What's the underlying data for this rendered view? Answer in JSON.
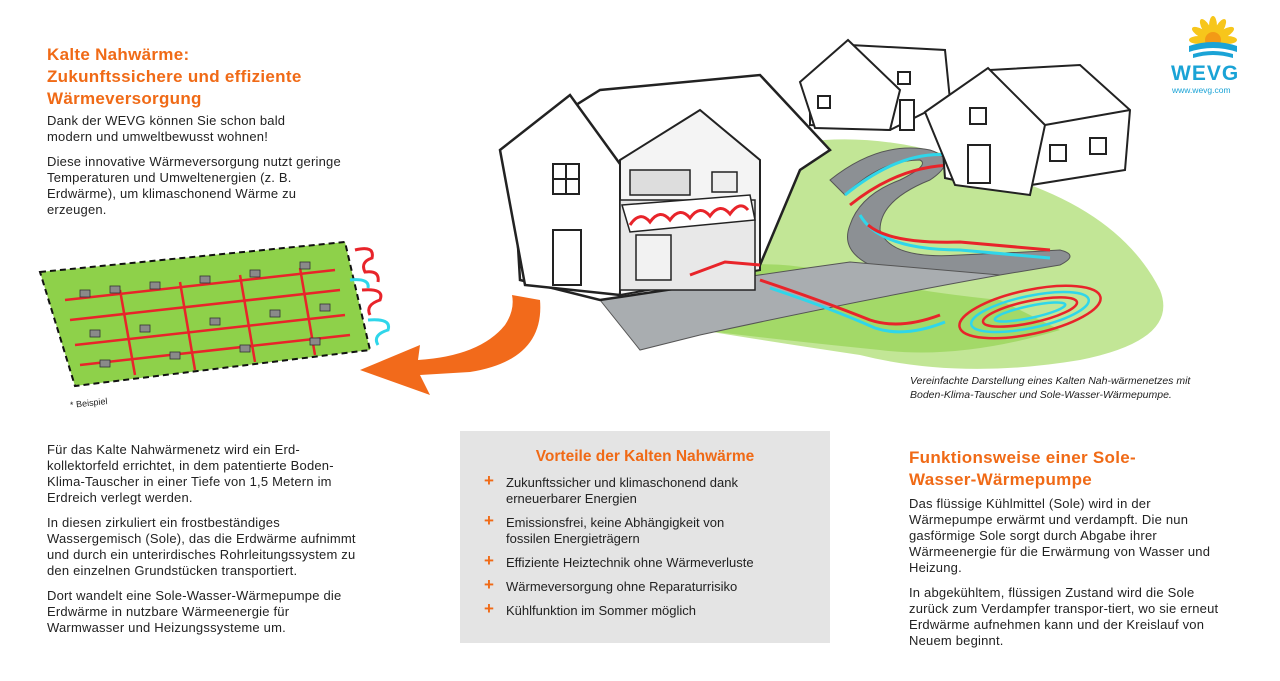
{
  "logo": {
    "name": "WEVG",
    "url": "www.wevg.com"
  },
  "intro": {
    "title_lines": [
      "Kalte Nahwärme:",
      "Zukunftssichere und effiziente",
      "Wärmeversorgung"
    ],
    "paragraphs": [
      "Dank der WEVG können Sie schon bald modern und umweltbewusst wohnen!",
      "Diese innovative Wärmeversorgung nutzt geringe Temperaturen und Umweltenergien (z. B. Erdwärme), um klimaschonend Wärme zu erzeugen."
    ]
  },
  "diagram": {
    "footnote": "* Beispiel",
    "caption": "Vereinfachte Darstellung eines Kalten Nah-wärmenetzes mit Boden-Klima-Tauscher und Sole-Wasser-Wärmepumpe.",
    "colors": {
      "warm_pipe": "#e8242a",
      "cold_pipe": "#2fd6ea",
      "grass": "#8ed14a",
      "road": "#8c9094",
      "arrow": "#f26a1b"
    }
  },
  "left_text": {
    "paragraphs": [
      "Für das Kalte Nahwärmenetz wird ein Erd-kollektorfeld errichtet, in dem patentierte Boden-Klima-Tauscher in einer Tiefe von 1,5 Metern im Erdreich verlegt werden.",
      "In diesen zirkuliert ein frostbeständiges Wassergemisch (Sole), das die Erdwärme aufnimmt und durch ein unterirdisches Rohrleitungssystem zu den einzelnen Grundstücken transportiert.",
      "Dort wandelt eine Sole-Wasser-Wärmepumpe die Erdwärme in nutzbare Wärmeenergie für Warmwasser und Heizungssysteme um."
    ]
  },
  "advantages": {
    "title": "Vorteile der Kalten Nahwärme",
    "items": [
      "Zukunftssicher und klimaschonend dank erneuerbarer Energien",
      "Emissionsfrei, keine Abhängigkeit von fossilen Energieträgern",
      "Effiziente Heiztechnik ohne Wärmeverluste",
      "Wärmeversorgung ohne Reparaturrisiko",
      "Kühlfunktion im Sommer möglich"
    ]
  },
  "function": {
    "title_lines": [
      "Funktionsweise einer Sole-",
      "Wasser-Wärmepumpe"
    ],
    "paragraphs": [
      "Das flüssige Kühlmittel (Sole) wird in der Wärmepumpe erwärmt und verdampft. Die nun gasförmige Sole sorgt durch Abgabe ihrer Wärmeenergie für die Erwärmung von Wasser und Heizung.",
      "In abgekühltem, flüssigen Zustand wird die Sole zurück zum Verdampfer transpor-tiert, wo sie erneut Erdwärme aufnehmen kann und der Kreislauf von Neuem beginnt."
    ]
  }
}
